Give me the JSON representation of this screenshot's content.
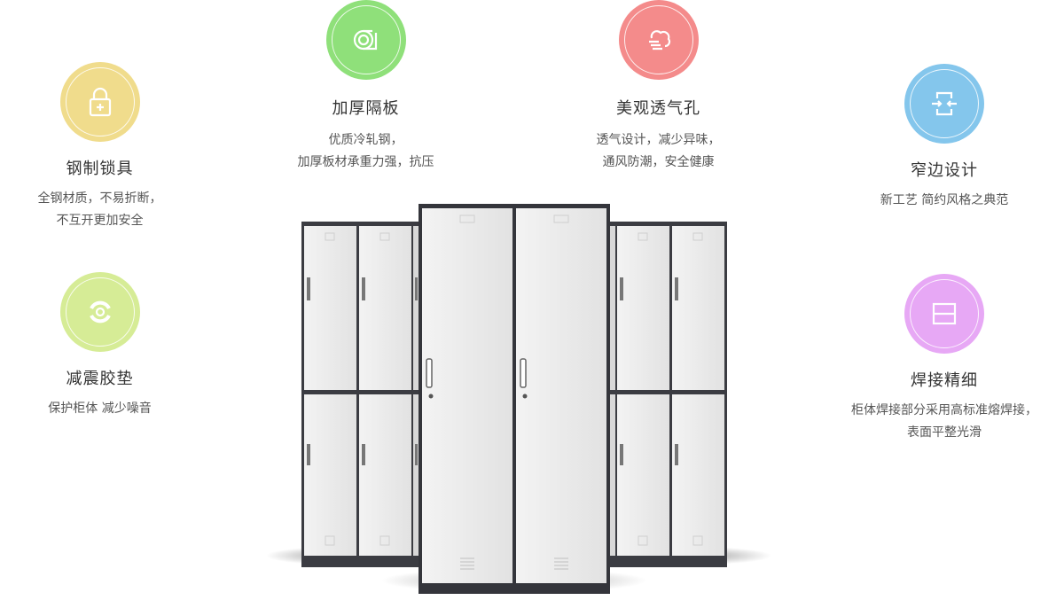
{
  "features": {
    "lock": {
      "title": "钢制锁具",
      "lines": [
        "全钢材质，不易折断，",
        "不互开更加安全"
      ],
      "icon": "lock-icon",
      "color": "#f0dc8c"
    },
    "shock": {
      "title": "减震胶垫",
      "lines": [
        "保护柜体 减少噪音"
      ],
      "icon": "shock-pad-icon",
      "color": "#d6ec96"
    },
    "board": {
      "title": "加厚隔板",
      "lines": [
        "优质冷轧钢，",
        "加厚板材承重力强，抗压"
      ],
      "icon": "steel-roll-icon",
      "color": "#8fe07a"
    },
    "vent": {
      "title": "美观透气孔",
      "lines": [
        "透气设计，减少异味，",
        "通风防潮，安全健康"
      ],
      "icon": "airflow-icon",
      "color": "#f48b8b"
    },
    "narrow": {
      "title": "窄边设计",
      "lines": [
        "新工艺 简约风格之典范"
      ],
      "icon": "narrow-edge-icon",
      "color": "#84c6ec"
    },
    "weld": {
      "title": "焊接精细",
      "lines": [
        "柜体焊接部分采用高标准熔焊接，",
        "表面平整光滑"
      ],
      "icon": "weld-icon",
      "color": "#e7a8f5"
    }
  }
}
